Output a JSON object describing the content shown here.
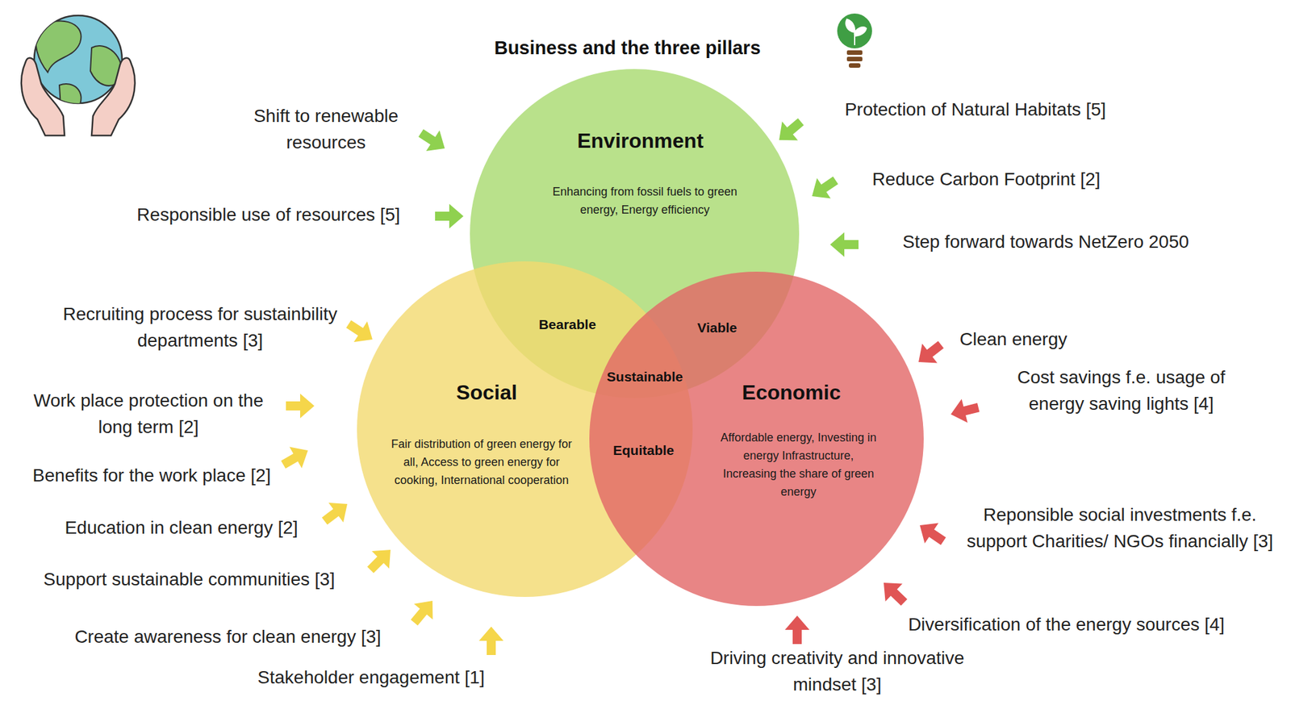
{
  "diagram": {
    "title": "Business and the three pillars",
    "nodes": [
      {
        "text": [
          "Environment",
          "Enhancing from fossil fuels to green energy, Energy efficiency"
        ]
      },
      {
        "text": [
          "Social",
          "Fair distribution of green energy for all, Access to green energy for cooking, International cooperation"
        ]
      },
      {
        "text": [
          "Economic",
          "Affordable energy, Investing in energy Infrastructure, Increasing the share of green energy"
        ]
      }
    ],
    "labels": [
      "Protection of Natural Habitats [5]",
      "Shift to renewable resources",
      "Reduce Carbon Footprint [2]",
      "Responsible use of resources [5]",
      "Step forward towards NetZero 2050",
      "Recruiting process for sustainbility departments [3]",
      "Bearable",
      "Viable",
      "Clean energy",
      "Sustainable",
      "Cost savings f.e. usage of energy saving lights [4]",
      "Work place protection on the long term [2]",
      "Equitable",
      "Benefits for the work place [2]",
      "Education in clean energy [2]",
      "Reponsible social investments f.e. support Charities/ NGOs financially [3]",
      "Support sustainable communities [3]",
      "Diversification of the energy sources [4]",
      "Create awareness for clean energy [3]",
      "Driving creativity and innovative mindset [3]",
      "Stakeholder engagement [1]"
    ]
  }
}
